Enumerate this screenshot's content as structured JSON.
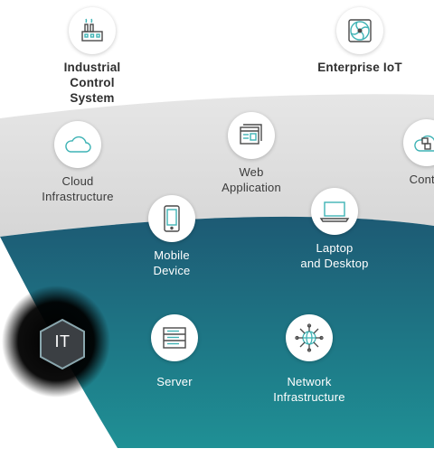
{
  "colors": {
    "teal_top": "#1d5a74",
    "teal_bottom": "#1f8f94",
    "gray_band": "#dedede",
    "icon_stroke": "#4a4a4a",
    "icon_accent": "#3fb3b5",
    "badge_fill": "#3b3f43",
    "badge_stroke": "#8aa7ae"
  },
  "top_items": [
    {
      "label": "Industrial\nControl System",
      "icon": "factory-icon"
    },
    {
      "label": "Enterprise IoT",
      "icon": "fan-icon"
    }
  ],
  "gray_items": [
    {
      "label": "Cloud\nInfrastructure",
      "icon": "cloud-icon"
    },
    {
      "label": "Web\nApplication",
      "icon": "browser-windows-icon"
    },
    {
      "label": "Contai",
      "icon": "container-cloud-icon"
    }
  ],
  "teal_items": [
    {
      "label": "Mobile\nDevice",
      "icon": "smartphone-icon"
    },
    {
      "label": "Laptop\nand Desktop",
      "icon": "laptop-icon"
    },
    {
      "label": "Server",
      "icon": "server-icon"
    },
    {
      "label": "Network\nInfrastructure",
      "icon": "network-globe-icon"
    }
  ],
  "badge": {
    "label": "IT",
    "icon": "hexagon-icon"
  }
}
